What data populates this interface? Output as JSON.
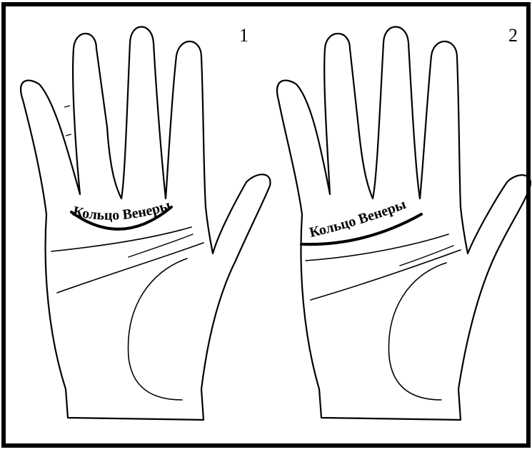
{
  "figure": {
    "panels": [
      {
        "number": "1",
        "ring_label": "Кольцо Венеры"
      },
      {
        "number": "2",
        "ring_label": "Кольцо Венеры"
      }
    ]
  }
}
